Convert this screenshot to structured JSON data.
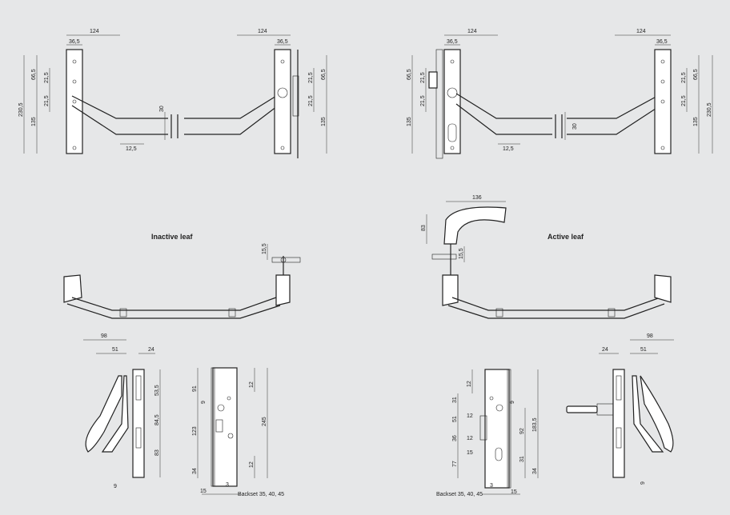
{
  "labels": {
    "inactive_leaf": "Inactive leaf",
    "active_leaf": "Active leaf",
    "backset_left": "Backset 35, 40, 45",
    "backset_right": "Backset 35, 40, 45"
  },
  "dims": {
    "tl_124a": "124",
    "tl_365a": "36,5",
    "tl_124b": "124",
    "tl_365b": "36,5",
    "tl_2305": "230,5",
    "tl_665": "66,5",
    "tl_215a": "21,5",
    "tl_215b": "21,5",
    "tl_135": "135",
    "tl_30": "30",
    "tl_125": "12,5",
    "tl_r_215a": "21,5",
    "tl_r_665": "66,5",
    "tl_r_215b": "21,5",
    "tl_r_135": "135",
    "tr_124a": "124",
    "tr_365a": "36,5",
    "tr_124b": "124",
    "tr_365b": "36,5",
    "tr_665": "66,5",
    "tr_215a": "21,5",
    "tr_215b": "21,5",
    "tr_135": "135",
    "tr_30": "30",
    "tr_125": "12,5",
    "tr_r_215a": "21,5",
    "tr_r_665": "66,5",
    "tr_r_2305": "230,5",
    "tr_r_215b": "21,5",
    "tr_r_135": "135",
    "mid_155a": "15,5",
    "mid_136": "136",
    "mid_83": "83",
    "mid_155b": "15,5",
    "bl_98": "98",
    "bl_51": "51",
    "bl_24": "24",
    "bl_535": "53,5",
    "bl_845": "84,5",
    "bl_83": "83",
    "bl_9": "9",
    "bml_91": "91",
    "bml_9": "9",
    "bml_12a": "12",
    "bml_245": "245",
    "bml_123": "123",
    "bml_34": "34",
    "bml_12b": "12",
    "bml_15": "15",
    "bml_3": "3",
    "bmr_12a": "12",
    "bmr_31a": "31",
    "bmr_9": "9",
    "bmr_12b": "12",
    "bmr_51": "51",
    "bmr_1835": "183,5",
    "bmr_92": "92",
    "bmr_36": "36",
    "bmr_12c": "12",
    "bmr_31b": "31",
    "bmr_77": "77",
    "bmr_15a": "15",
    "bmr_34": "34",
    "bmr_3": "3",
    "bmr_15b": "15",
    "br_98": "98",
    "br_24": "24",
    "br_51": "51",
    "br_9": "9"
  }
}
